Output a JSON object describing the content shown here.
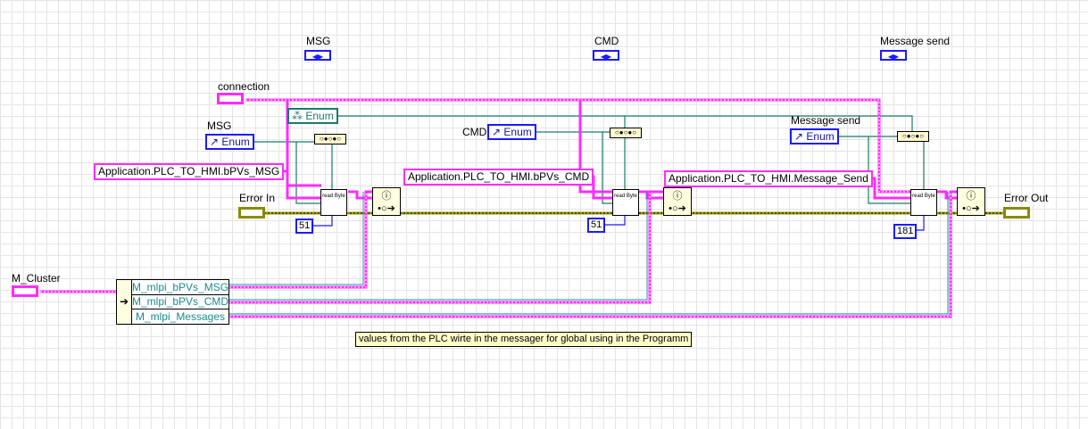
{
  "indicators": {
    "msg": "MSG",
    "cmd": "CMD",
    "message_send": "Message send"
  },
  "terminals": {
    "connection": "connection",
    "error_in": "Error In",
    "error_out": "Error Out",
    "m_cluster": "M_Cluster"
  },
  "enum_text": "Enum",
  "sections": [
    {
      "control_label": "MSG",
      "property": "Application.PLC_TO_HMI.bPVs_MSG",
      "constant": "51"
    },
    {
      "control_label": "CMD",
      "property": "Application.PLC_TO_HMI.bPVs_CMD",
      "constant": "51"
    },
    {
      "control_label": "Message send",
      "property": "Application.PLC_TO_HMI.Message_Send",
      "constant": "181"
    }
  ],
  "read_byte_label": "read Byte",
  "unbundle": [
    "M_mlpi_bPVs_MSG",
    "M_mlpi_bPVs_CMD",
    "M_mlpi_Messages"
  ],
  "comment": "values from the PLC wirte in the messager for global using in the Programm",
  "colors": {
    "refnum_wire": "#ff2cff",
    "error_wire": "#a0a000",
    "enum_wire": "#1a7a6a",
    "int_wire": "#1a1aff"
  }
}
